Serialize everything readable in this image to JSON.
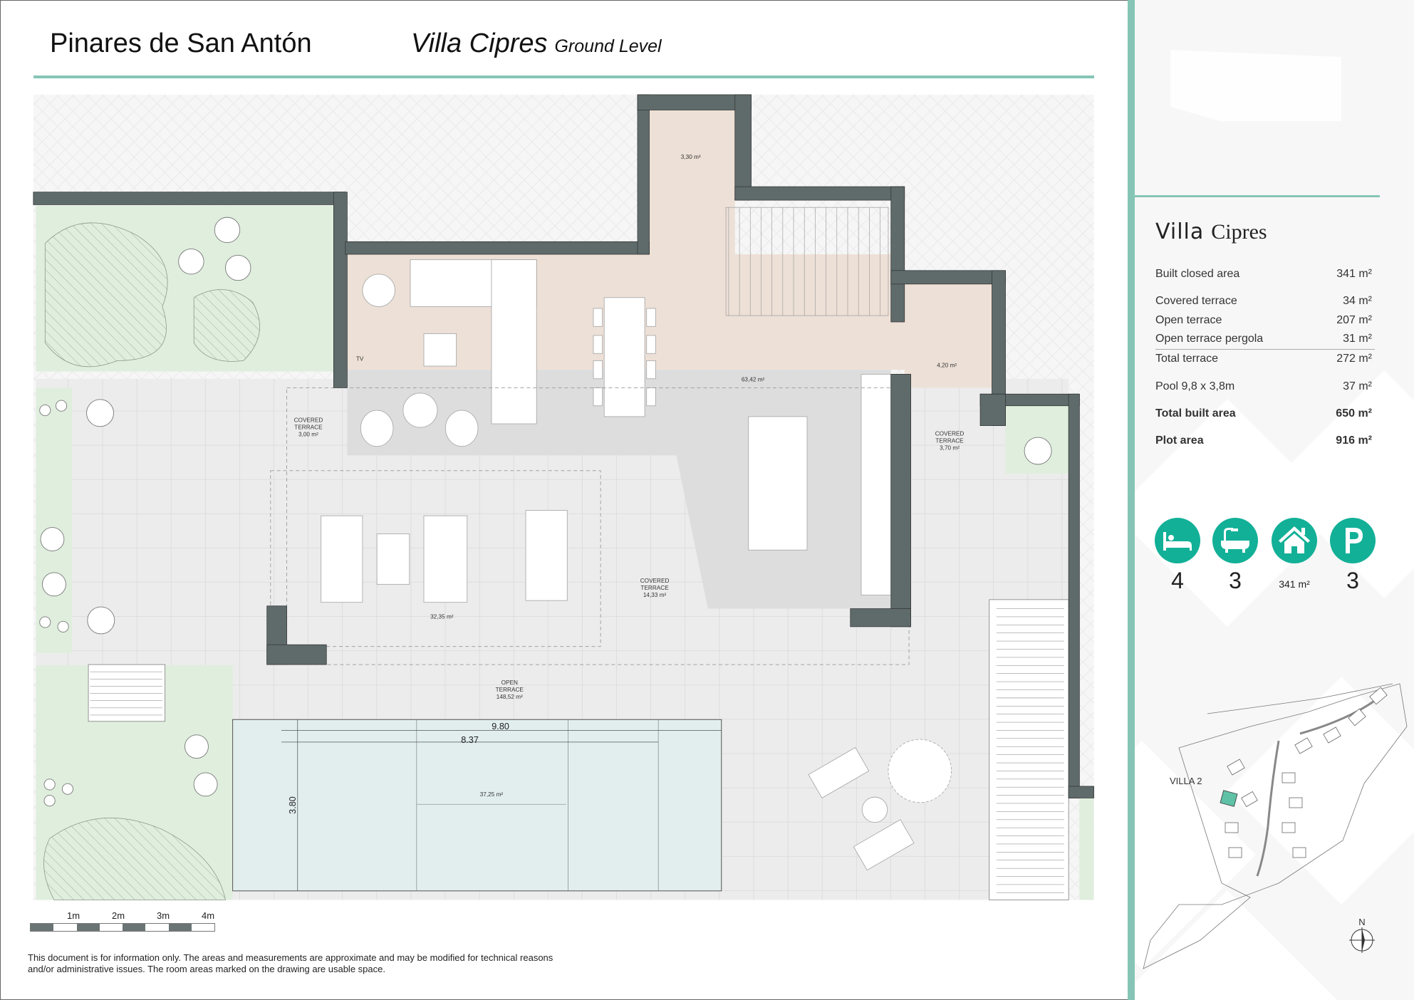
{
  "header": {
    "project": "Pinares de San Antón",
    "villa": "Villa Cipres",
    "level": "Ground Level"
  },
  "plan": {
    "labels": {
      "wc_area": "3,30 m²",
      "tv": "TV",
      "living_area": "63,42 m²",
      "utility_area": "4,20 m²",
      "covered_left": [
        "COVERED",
        "TERRACE",
        "3,00 m²"
      ],
      "covered_right": [
        "COVERED",
        "TERRACE",
        "3,70 m²"
      ],
      "covered_center": [
        "COVERED",
        "TERRACE",
        "14,33 m²"
      ],
      "pergola_area": "32,35 m²",
      "open_terrace": [
        "OPEN",
        "TERRACE",
        "148,52 m²"
      ],
      "pool_area": "37,25 m²",
      "dim_pool_total": "9.80",
      "dim_pool_inner": "8.37",
      "dim_pool_width": "3.80"
    },
    "colors": {
      "wall": "#5f6b6b",
      "interior_warm": "#ede0d6",
      "interior_gray": "#dddddd",
      "garden": "#dfeedd",
      "pool": "#e2eeee",
      "terrace": "#ececec"
    }
  },
  "panel": {
    "title_a": "Villa",
    "title_b": "Cipres",
    "stats": [
      {
        "label": "Built closed area",
        "value": "341 m²"
      },
      {
        "label": "Covered terrace",
        "value": "34 m²"
      },
      {
        "label": "Open terrace",
        "value": "207 m²"
      },
      {
        "label": "Open terrace pergola",
        "value": "31 m²"
      },
      {
        "label": "Total terrace",
        "value": "272 m²"
      },
      {
        "label": "Pool 9,8 x 3,8m",
        "value": "37 m²"
      },
      {
        "label": "Total built area",
        "value": "650 m²"
      },
      {
        "label": "Plot area",
        "value": "916 m²"
      }
    ],
    "features": [
      {
        "icon": "bed-icon",
        "value": "4"
      },
      {
        "icon": "bath-icon",
        "value": "3"
      },
      {
        "icon": "house-icon",
        "value": "341 m²"
      },
      {
        "icon": "parking-icon",
        "value": "3"
      }
    ],
    "accent": "#12b097",
    "site_map": {
      "villa_label": "VILLA 2",
      "north": "N"
    }
  },
  "scale_bar": {
    "ticks": [
      "1m",
      "2m",
      "3m",
      "4m"
    ]
  },
  "disclaimer": "This document is for information only. The areas and measurements are approximate and may be modified for technical reasons and/or administrative issues. The room areas marked on the drawing are usable space."
}
